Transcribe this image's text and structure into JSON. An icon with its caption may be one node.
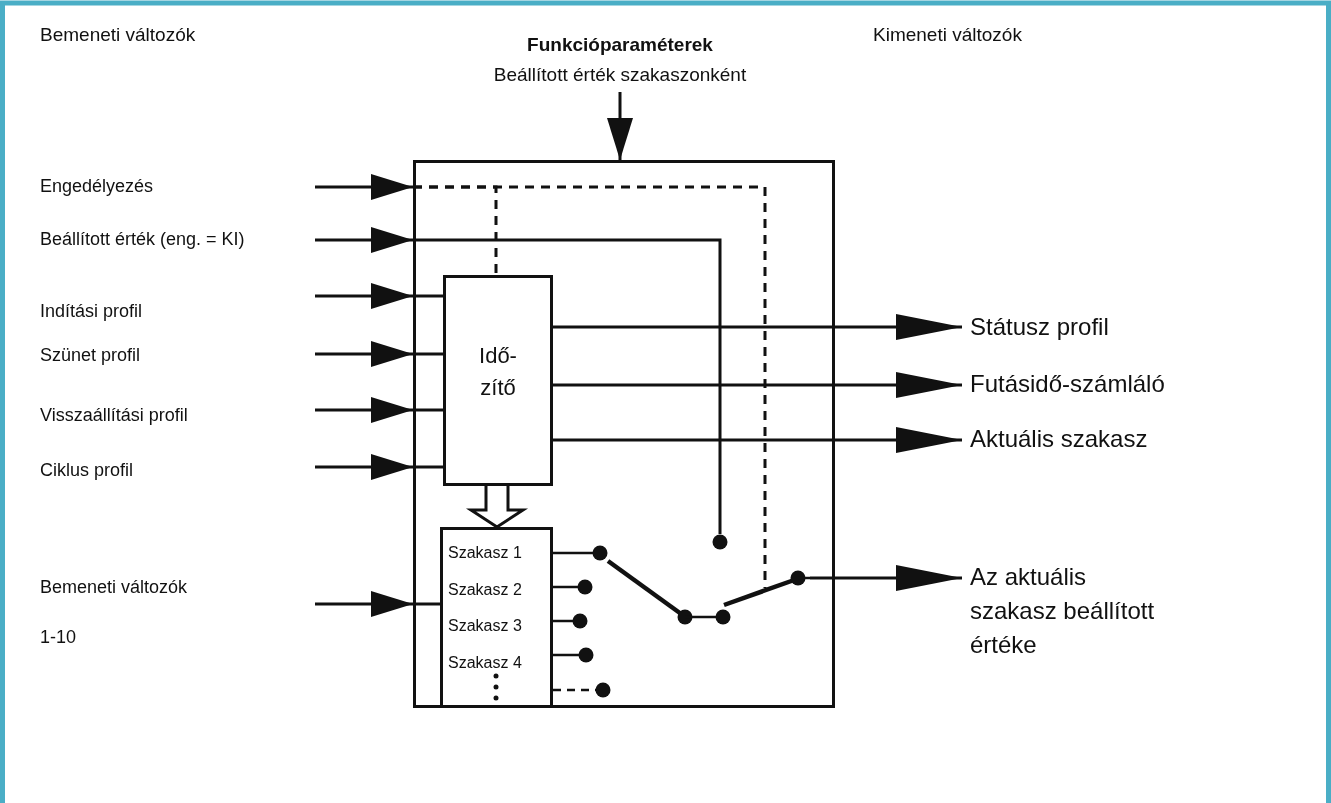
{
  "diagram": {
    "nodes": [
      {
        "text": [],
        "shape": "box"
      },
      {
        "text": [
          "Idő- zítő"
        ],
        "in": 0
      },
      {
        "text": [
          "Szakasz 1",
          "Szakasz 2",
          "Szakasz 3",
          "Szakasz 4"
        ],
        "in": 0
      },
      {
        "text": [],
        "shape": "switch",
        "in": 0
      },
      {
        "text": [
          "Funkcióparaméterek",
          "Beállított érték szakaszonként"
        ]
      },
      {
        "text": [
          "Státusz profil"
        ]
      },
      {
        "text": [
          "Futásidő-számláló"
        ]
      },
      {
        "text": [
          "Aktuális szakasz"
        ]
      },
      {
        "text": [
          "Az aktuális szakasz beállított értéke"
        ]
      }
    ],
    "edges": [
      {
        "from": 4,
        "to": 0,
        "arrow": "to"
      },
      {
        "from": null,
        "to": 0,
        "arrow": "to"
      },
      {
        "from": null,
        "to": 0,
        "arrow": "to"
      },
      {
        "from": null,
        "to": 0,
        "arrow": "to"
      },
      {
        "from": null,
        "to": 0,
        "arrow": "to"
      },
      {
        "from": null,
        "to": 0,
        "arrow": "to"
      },
      {
        "from": null,
        "to": 0,
        "arrow": "to"
      },
      {
        "from": null,
        "to": 0,
        "arrow": "to"
      },
      {
        "from": 0,
        "to": 1,
        "arrow": "none",
        "style": "dashed"
      },
      {
        "from": 0,
        "to": 3,
        "arrow": "none",
        "style": "dashed"
      },
      {
        "from": 0,
        "to": 3,
        "arrow": "none"
      },
      {
        "from": 0,
        "to": 1,
        "arrow": "none"
      },
      {
        "from": 0,
        "to": 1,
        "arrow": "none"
      },
      {
        "from": 0,
        "to": 1,
        "arrow": "none"
      },
      {
        "from": 0,
        "to": 1,
        "arrow": "none"
      },
      {
        "from": 0,
        "to": 2,
        "arrow": "none"
      },
      {
        "from": 1,
        "to": 2,
        "arrow": "to",
        "style": "thick"
      },
      {
        "from": 1,
        "to": 5,
        "arrow": "to"
      },
      {
        "from": 1,
        "to": 6,
        "arrow": "to"
      },
      {
        "from": 1,
        "to": 7,
        "arrow": "to"
      },
      {
        "from": 3,
        "to": 8,
        "arrow": "to"
      }
    ],
    "labels": [
      "Bemeneti változók",
      "Kimeneti változók",
      "Engedélyezés",
      "Beállított érték (eng. = KI)",
      "Indítási profil",
      "Szünet profil",
      "Visszaállítási profil",
      "Ciklus profil",
      "Bemeneti változók",
      "1-10"
    ]
  }
}
